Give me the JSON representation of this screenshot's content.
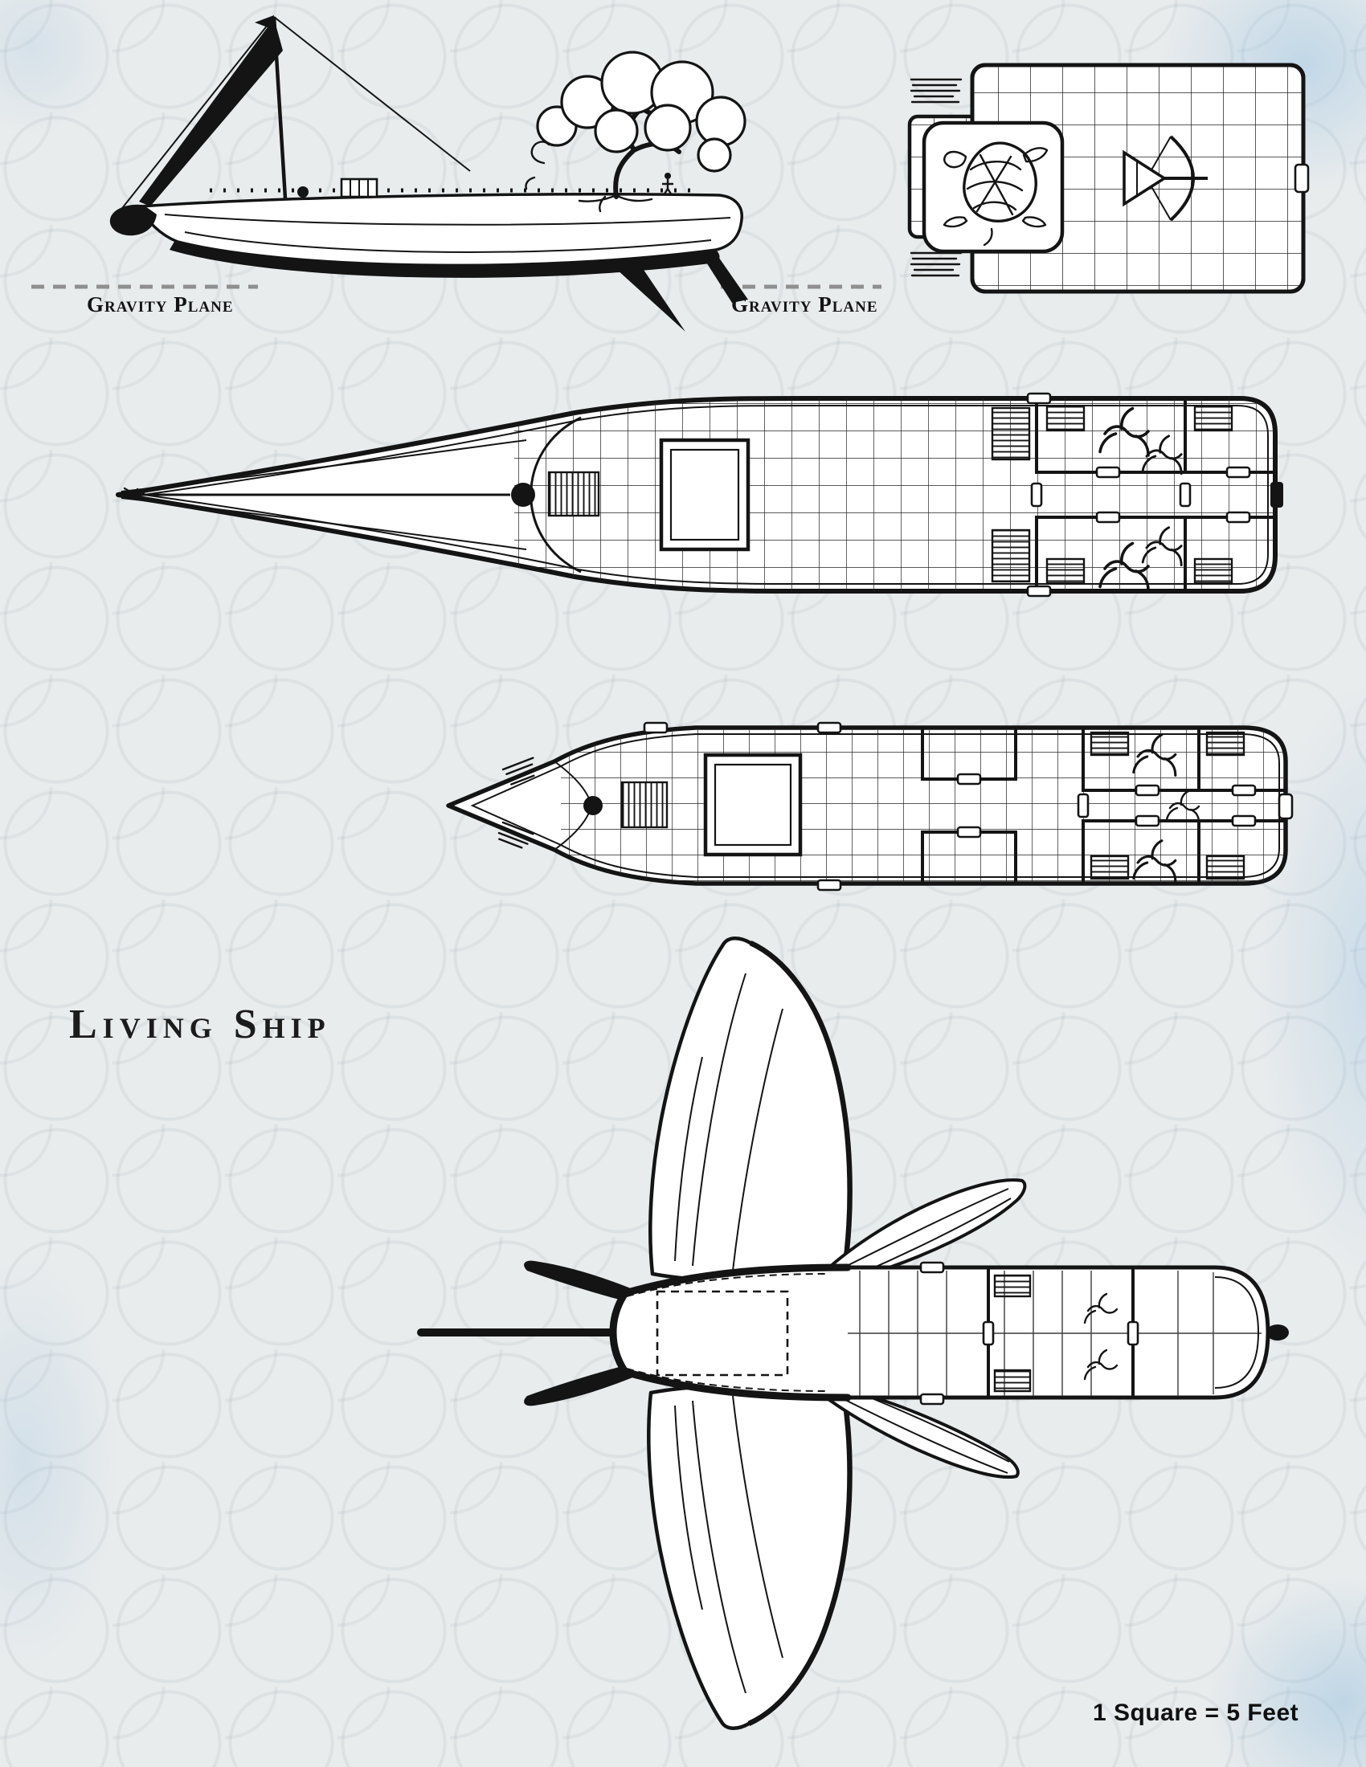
{
  "labels": {
    "gravity_plane_left": "Gravity Plane",
    "gravity_plane_right": "Gravity Plane",
    "title": "Living Ship",
    "scale_note": "1 Square = 5 Feet"
  },
  "drawings": [
    "side-profile",
    "aft-deck-plan",
    "main-deck-plan",
    "lower-deck-plan",
    "exterior-top-view"
  ],
  "colors": {
    "ink": "#141414",
    "paper": "#e9eced",
    "gravity_line": "#8f8f8f",
    "watercolor_wash": "#a9cce3"
  }
}
